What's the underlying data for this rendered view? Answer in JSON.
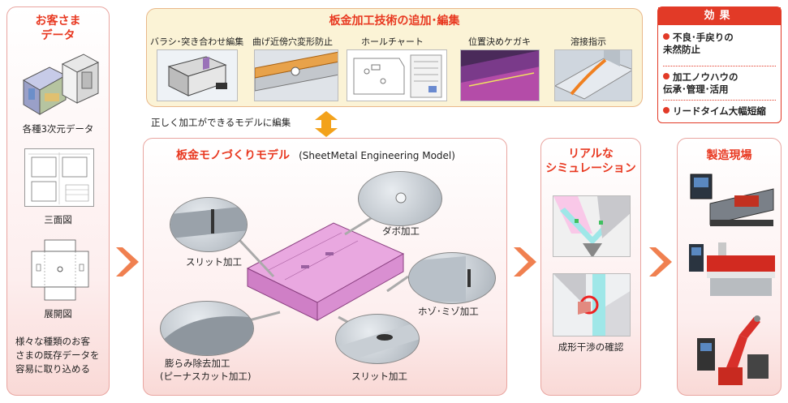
{
  "customer": {
    "title": "お客さま\nデータ",
    "items": [
      "各種3次元データ",
      "三面図",
      "展開図"
    ],
    "note": "様々な種類のお客\nさまの既存データを\n容易に取り込める"
  },
  "tech": {
    "title": "板金加工技術の追加･編集",
    "items": [
      "バラシ･突き合わせ編集",
      "曲げ近傍穴変形防止",
      "ホールチャート",
      "位置決めケガキ",
      "溶接指示"
    ]
  },
  "connector": {
    "label": "正しく加工ができるモデルに編集"
  },
  "model": {
    "title": "板金モノづくりモデル",
    "subtitle": "(SheetMetal Engineering Model)",
    "labels": {
      "slit1": "スリット加工",
      "dabo": "ダボ加工",
      "hozo": "ホゾ･ミゾ加工",
      "bulge1": "膨らみ除去加工",
      "bulge2": "(ピーナスカット加工)",
      "slit2": "スリット加工"
    }
  },
  "simulation": {
    "title": "リアルな\nシミュレーション",
    "caption": "成形干渉の確認"
  },
  "factory": {
    "title": "製造現場"
  },
  "effects": {
    "title": "効果",
    "items": [
      "不良･手戻りの\n未然防止",
      "加工ノウハウの\n伝承･管理･活用",
      "リードタイム大幅短縮"
    ]
  },
  "colors": {
    "accent": "#e83820",
    "arrow": "#f08050",
    "panel_border": "#e9a5a0",
    "tech_bg": "#fbf3d6",
    "connector_arrow": "#f3a21b"
  }
}
